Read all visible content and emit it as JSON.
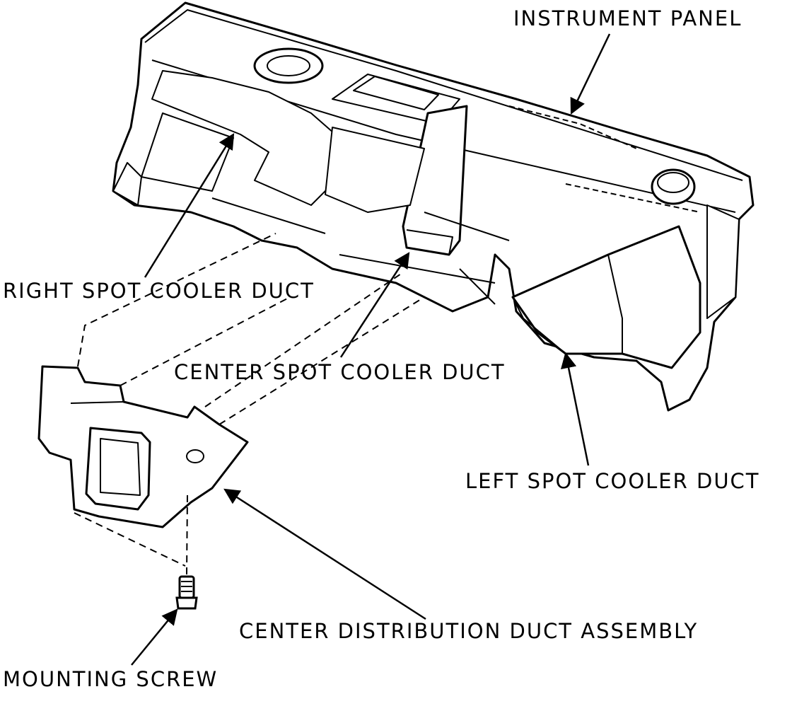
{
  "diagram": {
    "labels": {
      "instrument_panel": "INSTRUMENT PANEL",
      "right_spot_cooler_duct": "RIGHT SPOT COOLER DUCT",
      "center_spot_cooler_duct": "CENTER SPOT COOLER DUCT",
      "left_spot_cooler_duct": "LEFT SPOT COOLER DUCT",
      "center_distribution_duct_assembly": "CENTER DISTRIBUTION DUCT ASSEMBLY",
      "mounting_screw": "MOUNTING SCREW"
    },
    "colors": {
      "ink": "#000000",
      "paper": "#ffffff"
    }
  }
}
